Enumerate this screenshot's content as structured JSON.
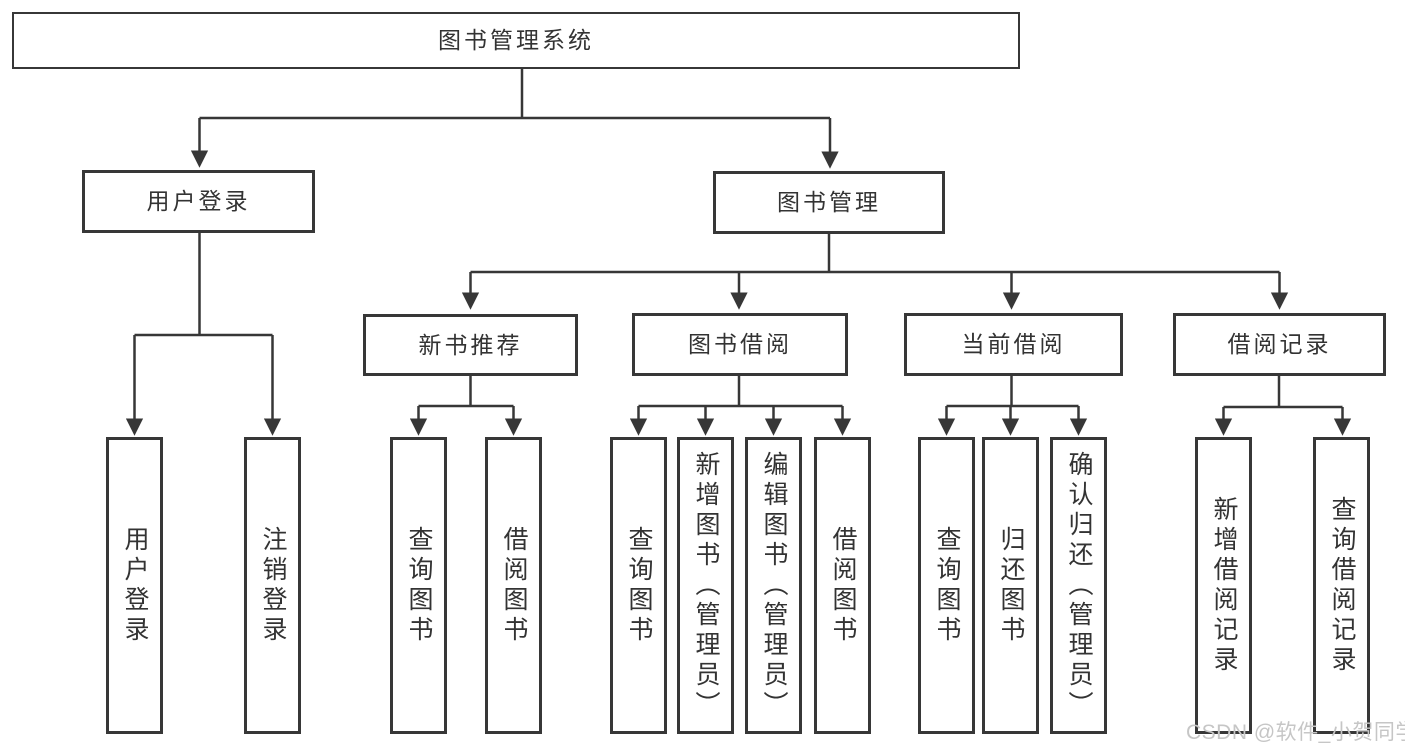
{
  "colors": {
    "line": "#373737",
    "box_border": "#373737",
    "node_text": "#333333",
    "watermark_text": "#c6c6c6",
    "background": "#ffffff"
  },
  "nodes": {
    "root": "图书管理系统",
    "user_login": "用户登录",
    "book_management": "图书管理",
    "new_book_recommendation": "新书推荐",
    "book_borrowing": "图书借阅",
    "current_borrowing": "当前借阅",
    "borrowing_records": "借阅记录",
    "leaf_user_login": "用户登录",
    "leaf_logout": "注销登录",
    "nbr_query_books": "查询图书",
    "nbr_borrow_books": "借阅图书",
    "bb_query_books": "查询图书",
    "bb_add_books_admin": "新增图书（管理员）",
    "bb_edit_books_admin": "编辑图书（管理员）",
    "bb_borrow_books": "借阅图书",
    "cb_query_books": "查询图书",
    "cb_return_books": "归还图书",
    "cb_confirm_return_admin": "确认归还（管理员）",
    "br_add_borrow_record": "新增借阅记录",
    "br_query_borrow_record": "查询借阅记录"
  },
  "watermark": "CSDN @软件_小贺同学"
}
